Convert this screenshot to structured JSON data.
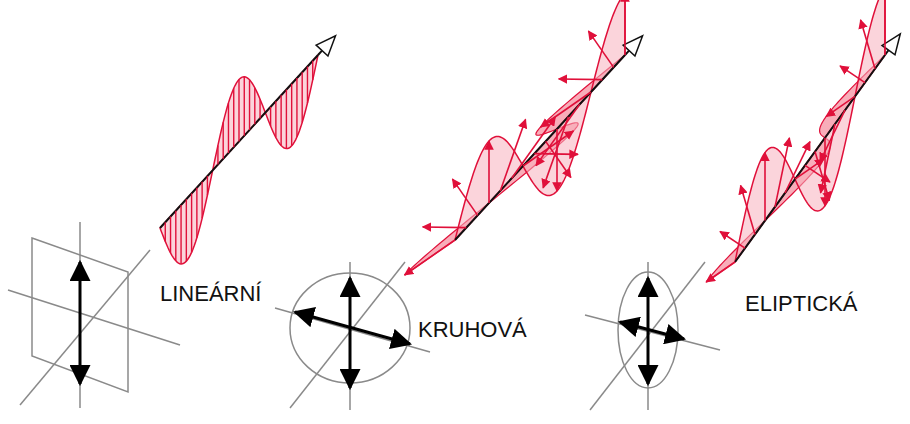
{
  "diagram": {
    "labels": [
      "LINEÁRNÍ",
      "KRUHOVÁ",
      "ELIPTICKÁ"
    ]
  }
}
